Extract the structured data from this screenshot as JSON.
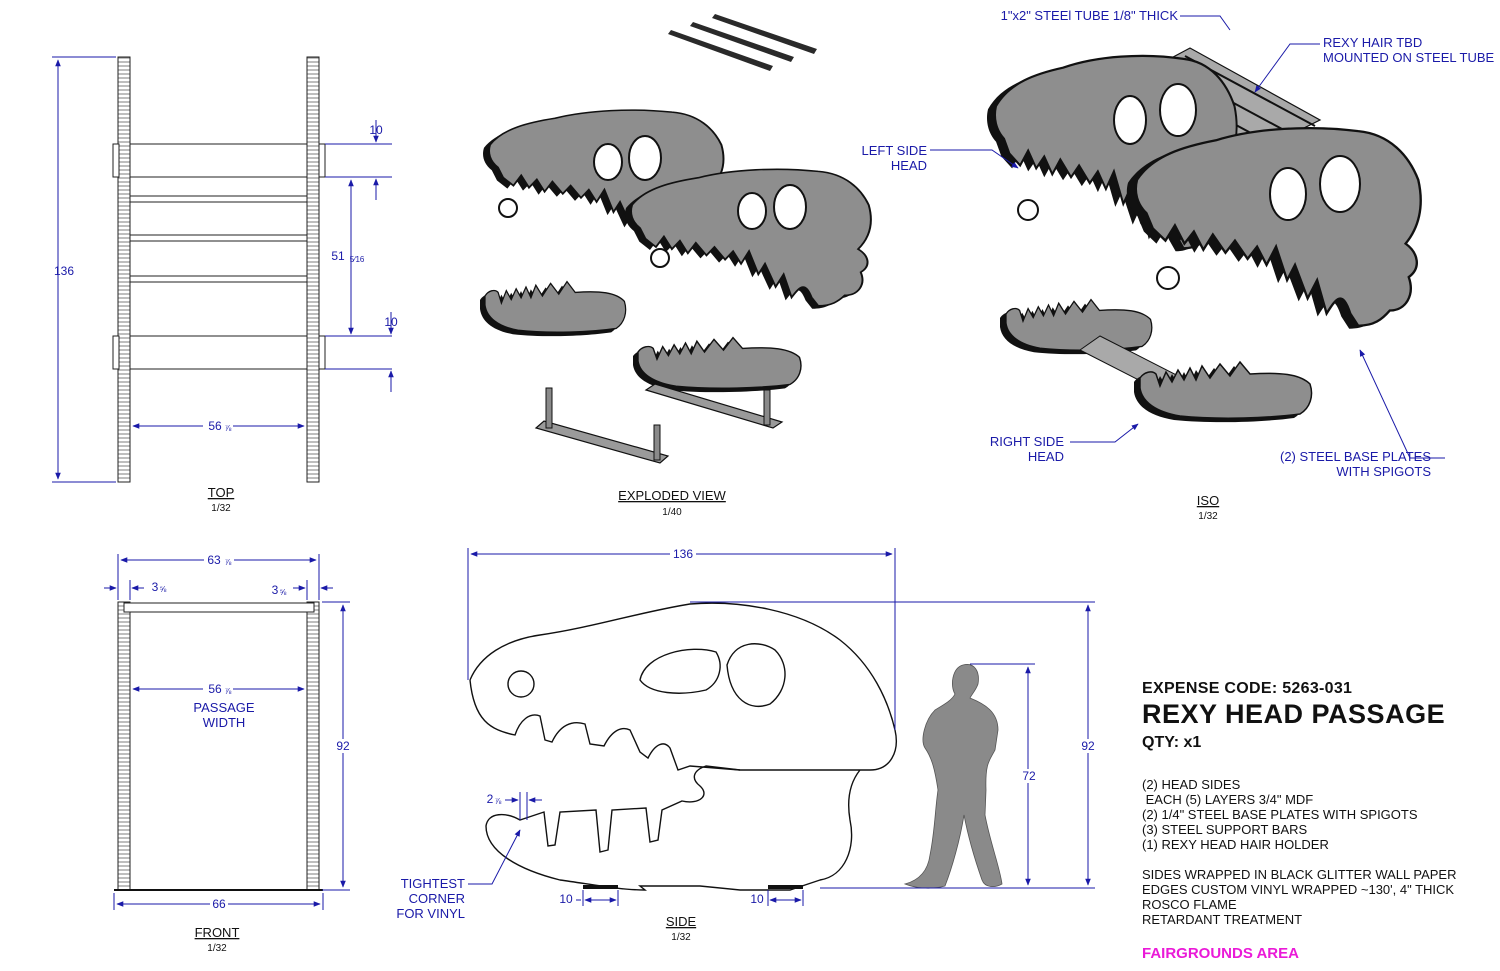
{
  "views": {
    "top": {
      "title": "TOP",
      "scale": "1/32"
    },
    "exploded": {
      "title": "EXPLODED VIEW",
      "scale": "1/40"
    },
    "iso": {
      "title": "ISO",
      "scale": "1/32"
    },
    "front": {
      "title": "FRONT",
      "scale": "1/32"
    },
    "side": {
      "title": "SIDE",
      "scale": "1/32"
    }
  },
  "dimensions": {
    "top_length": "136",
    "top_bar_a": "10",
    "top_middle": "51",
    "top_middle_frac": "5⁄16",
    "top_bar_b": "10",
    "top_width": "56",
    "top_width_frac": "⅞",
    "front_overall": "63",
    "front_overall_frac": "⅞",
    "front_left_edge": "3",
    "front_left_edge_frac": "⅝",
    "front_right_edge": "3",
    "front_right_edge_frac": "⅝",
    "front_passage": "56",
    "front_passage_frac": "⅞",
    "front_height": "92",
    "front_base": "66",
    "side_length": "136",
    "side_height": "92",
    "person_height": "72",
    "tooth_gap": "2",
    "tooth_gap_frac": "⅞",
    "plate_left": "10",
    "plate_right": "10"
  },
  "callouts": {
    "steel_tube": "1\"x2\" STEEl TUBE 1/8\" THICK",
    "hair_1": "REXY HAIR TBD",
    "hair_2": "MOUNTED ON STEEL TUBE",
    "left_head_1": "LEFT SIDE",
    "left_head_2": "HEAD",
    "right_head_1": "RIGHT SIDE",
    "right_head_2": "HEAD",
    "base_plates_1": "(2) STEEL BASE PLATES",
    "base_plates_2": "WITH SPIGOTS",
    "passage_1": "PASSAGE",
    "passage_2": "WIDTH",
    "vinyl_1": "TIGHTEST",
    "vinyl_2": "CORNER",
    "vinyl_3": "FOR VINYL"
  },
  "title_block": {
    "expense_code": "EXPENSE CODE: 5263-031",
    "title": "REXY HEAD PASSAGE",
    "qty": "QTY: x1",
    "items": [
      "(2) HEAD SIDES",
      " EACH (5) LAYERS 3/4\" MDF",
      "(2) 1/4\" STEEL BASE PLATES WITH SPIGOTS",
      "(3) STEEL SUPPORT BARS",
      "(1) REXY HEAD HAIR HOLDER"
    ],
    "notes": [
      "SIDES WRAPPED IN BLACK GLITTER WALL PAPER",
      "EDGES CUSTOM VINYL WRAPPED ~130', 4\" THICK",
      "ROSCO FLAME",
      "RETARDANT TREATMENT"
    ],
    "area": "FAIRGROUNDS AREA"
  },
  "colors": {
    "dimension_blue": "#1a1aa8",
    "area_magenta": "#ea1ad8",
    "panel_gray": "#8e8e8e",
    "silhouette_gray": "#8a8a8a"
  }
}
